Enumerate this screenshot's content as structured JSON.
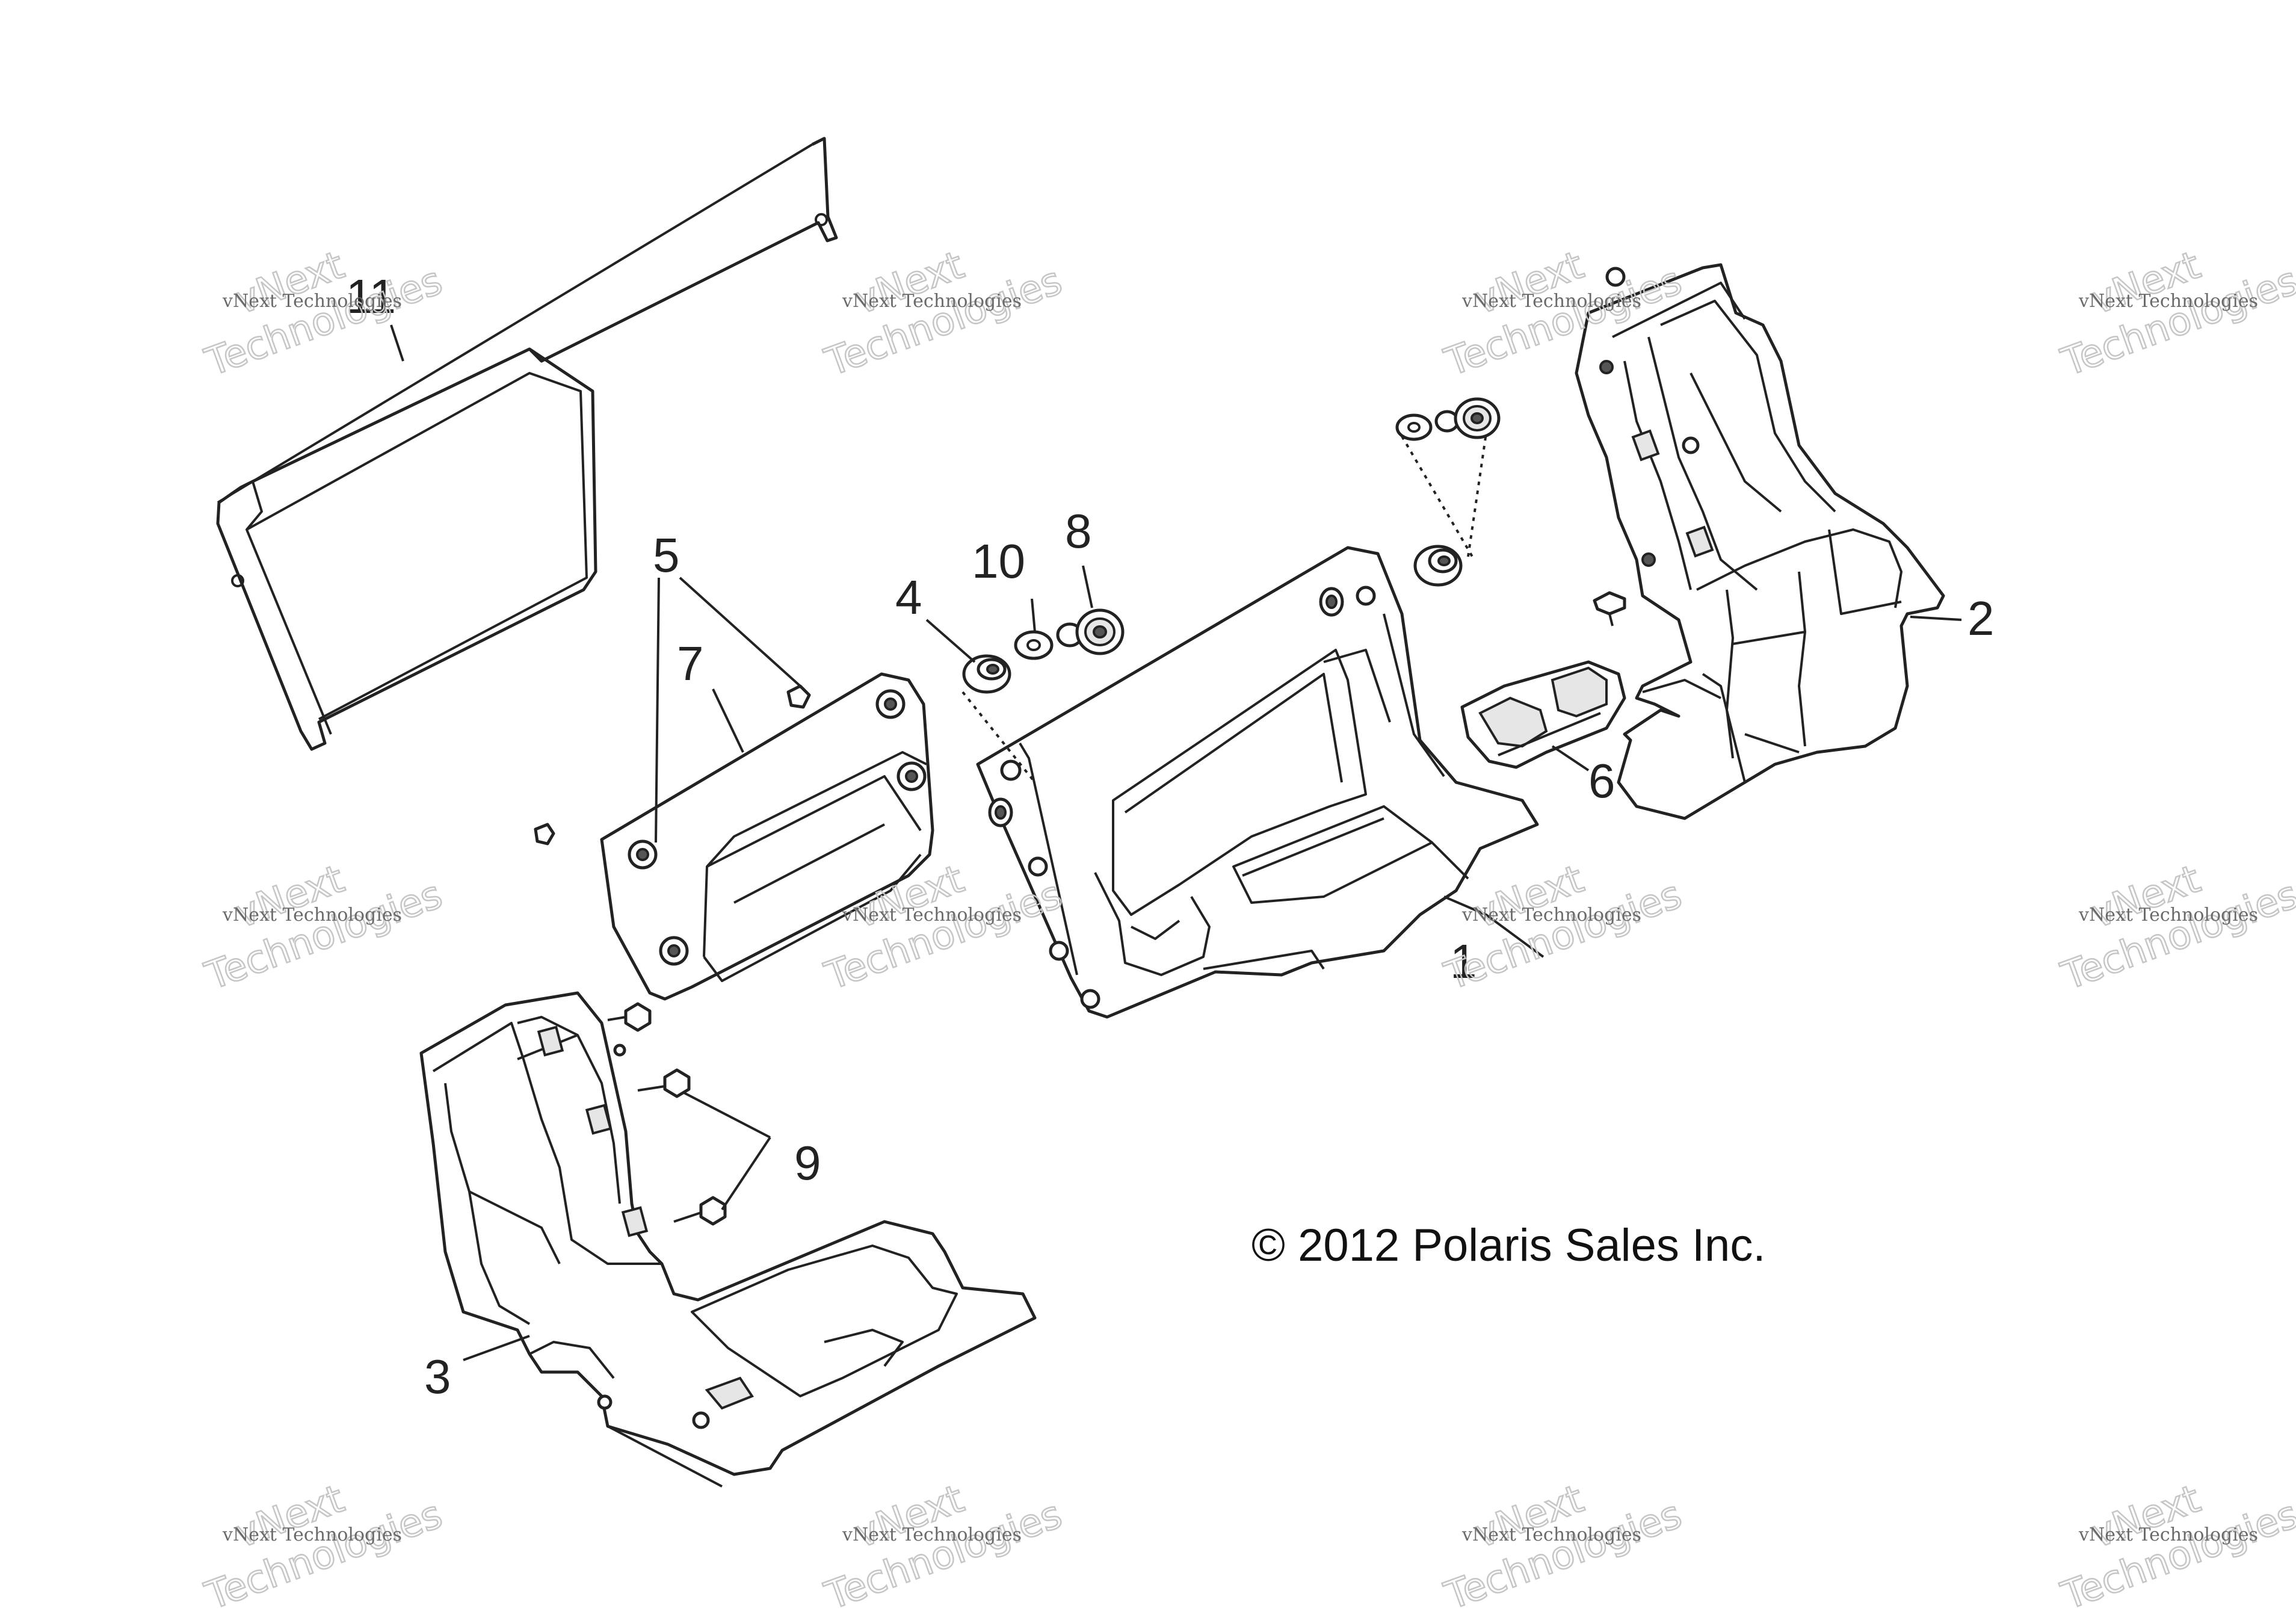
{
  "callouts": {
    "c1": "1",
    "c2": "2",
    "c3": "3",
    "c4": "4",
    "c5": "5",
    "c6": "6",
    "c7": "7",
    "c8": "8",
    "c9": "9",
    "c10": "10",
    "c11": "11"
  },
  "copyright": "© 2012 Polaris Sales Inc.",
  "watermark": {
    "line_small": "vNext Technologies",
    "line_big_a": "vNext",
    "line_big_b": "Technologies"
  }
}
